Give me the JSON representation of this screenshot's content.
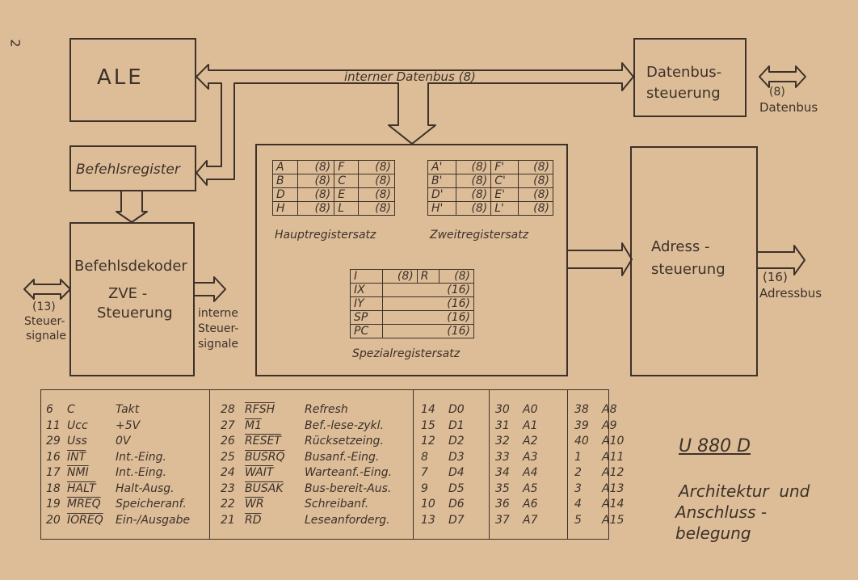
{
  "page_number": "2",
  "blocks": {
    "ale": "ALE",
    "datenbussteuerung": [
      "Datenbus-",
      "steuerung"
    ],
    "befehlsregister": "Befehlsregister",
    "befehlsdekoder": "Befehlsdekoder",
    "zve": [
      "ZVE -",
      "Steuerung"
    ],
    "adresssteuerung": [
      "Adress -",
      "steuerung"
    ]
  },
  "labels": {
    "interner_datenbus": "interner Datenbus (8)",
    "datenbus_width": "(8)",
    "datenbus": "Datenbus",
    "adressbus_width": "(16)",
    "adressbus": "Adressbus",
    "steuer_width": "(13)",
    "steuersignale": [
      "Steuer-",
      "signale"
    ],
    "interne_steuersignale": [
      "interne",
      "Steuer-",
      "signale"
    ]
  },
  "register_sets": {
    "haupt_label": "Hauptregistersatz",
    "haupt": [
      [
        "A",
        "(8)",
        "F",
        "(8)"
      ],
      [
        "B",
        "(8)",
        "C",
        "(8)"
      ],
      [
        "D",
        "(8)",
        "E",
        "(8)"
      ],
      [
        "H",
        "(8)",
        "L",
        "(8)"
      ]
    ],
    "zweit_label": "Zweitregistersatz",
    "zweit": [
      [
        "A'",
        "(8)",
        "F'",
        "(8)"
      ],
      [
        "B'",
        "(8)",
        "C'",
        "(8)"
      ],
      [
        "D'",
        "(8)",
        "E'",
        "(8)"
      ],
      [
        "H'",
        "(8)",
        "L'",
        "(8)"
      ]
    ],
    "spezial_label": "Spezialregistersatz",
    "spezial_ir": [
      "I",
      "(8)",
      "R",
      "(8)"
    ],
    "spezial": [
      [
        "IX",
        "(16)"
      ],
      [
        "IY",
        "(16)"
      ],
      [
        "SP",
        "(16)"
      ],
      [
        "PC",
        "(16)"
      ]
    ]
  },
  "pins_col1": [
    {
      "num": "6",
      "sig": "C",
      "over": false,
      "desc": "Takt"
    },
    {
      "num": "11",
      "sig": "Ucc",
      "over": false,
      "desc": "+5V"
    },
    {
      "num": "29",
      "sig": "Uss",
      "over": false,
      "desc": "0V"
    },
    {
      "num": "16",
      "sig": "INT",
      "over": true,
      "desc": "Int.-Eing."
    },
    {
      "num": "17",
      "sig": "NMI",
      "over": true,
      "desc": "Int.-Eing."
    },
    {
      "num": "18",
      "sig": "HALT",
      "over": true,
      "desc": "Halt-Ausg."
    },
    {
      "num": "19",
      "sig": "MREQ",
      "over": true,
      "desc": "Speicheranf."
    },
    {
      "num": "20",
      "sig": "IOREQ",
      "over": true,
      "desc": "Ein-/Ausgabe"
    }
  ],
  "pins_col2": [
    {
      "num": "28",
      "sig": "RFSH",
      "over": true,
      "desc": "Refresh"
    },
    {
      "num": "27",
      "sig": "M1",
      "over": true,
      "desc": "Bef.-lese-zykl."
    },
    {
      "num": "26",
      "sig": "RESET",
      "over": true,
      "desc": "Rücksetzeing."
    },
    {
      "num": "25",
      "sig": "BUSRQ",
      "over": true,
      "desc": "Busanf.-Eing."
    },
    {
      "num": "24",
      "sig": "WAIT",
      "over": true,
      "desc": "Warteanf.-Eing."
    },
    {
      "num": "23",
      "sig": "BUSAK",
      "over": true,
      "desc": "Bus-bereit-Aus."
    },
    {
      "num": "22",
      "sig": "WR",
      "over": true,
      "desc": "Schreibanf."
    },
    {
      "num": "21",
      "sig": "RD",
      "over": true,
      "desc": "Leseanforderg."
    }
  ],
  "pins_col3": [
    [
      "14",
      "D0"
    ],
    [
      "15",
      "D1"
    ],
    [
      "12",
      "D2"
    ],
    [
      "8",
      "D3"
    ],
    [
      "7",
      "D4"
    ],
    [
      "9",
      "D5"
    ],
    [
      "10",
      "D6"
    ],
    [
      "13",
      "D7"
    ]
  ],
  "pins_col4": [
    [
      "30",
      "A0"
    ],
    [
      "31",
      "A1"
    ],
    [
      "32",
      "A2"
    ],
    [
      "33",
      "A3"
    ],
    [
      "34",
      "A4"
    ],
    [
      "35",
      "A5"
    ],
    [
      "36",
      "A6"
    ],
    [
      "37",
      "A7"
    ]
  ],
  "pins_col5": [
    [
      "38",
      "A8"
    ],
    [
      "39",
      "A9"
    ],
    [
      "40",
      "A10"
    ],
    [
      "1",
      "A11"
    ],
    [
      "2",
      "A12"
    ],
    [
      "3",
      "A13"
    ],
    [
      "4",
      "A14"
    ],
    [
      "5",
      "A15"
    ]
  ],
  "title": "U 880 D",
  "caption": [
    "Architektur  und",
    "Anschluss -",
    "belegung"
  ]
}
